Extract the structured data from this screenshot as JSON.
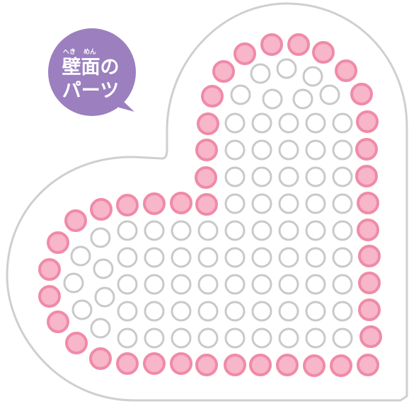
{
  "badge": {
    "ruby_heki": "へき",
    "ruby_men": "めん",
    "line1": "壁面の",
    "line2": "パーツ",
    "color": "#9b7fbf",
    "text_color": "#ffffff"
  },
  "board": {
    "outline_color": "#cfcfcf",
    "fill_color": "#ffffff"
  },
  "pegs": {
    "border_color": "#f08aa8",
    "border_fill": "#f7b6c9",
    "inner_color": "#c9c9c9",
    "inner_fill": "#ffffff"
  }
}
